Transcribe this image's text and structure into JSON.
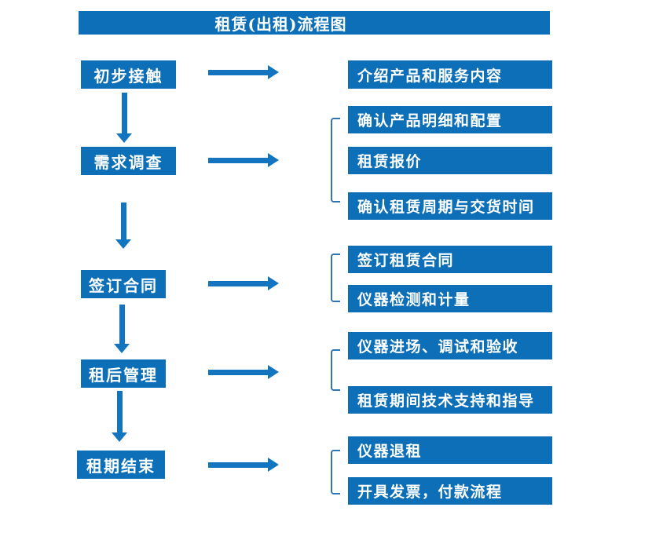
{
  "title": "租赁(出租)流程图",
  "colors": {
    "box_blue": "#0d6fb8",
    "arrow_blue": "#1374c0",
    "bracket_blue": "#2e75b6",
    "text_white": "#ffffff",
    "background": "#ffffff"
  },
  "flow": {
    "stages": [
      {
        "label": "初步接触",
        "details": [
          "介绍产品和服务内容"
        ]
      },
      {
        "label": "需求调查",
        "details": [
          "确认产品明细和配置",
          "租赁报价",
          "确认租赁周期与交货时间"
        ]
      },
      {
        "label": "签订合同",
        "details": [
          "签订租赁合同",
          "仪器检测和计量"
        ]
      },
      {
        "label": "租后管理",
        "details": [
          "仪器进场、调试和验收",
          "租赁期间技术支持和指导"
        ]
      },
      {
        "label": "租期结束",
        "details": [
          "仪器退租",
          "开具发票，付款流程"
        ]
      }
    ]
  }
}
